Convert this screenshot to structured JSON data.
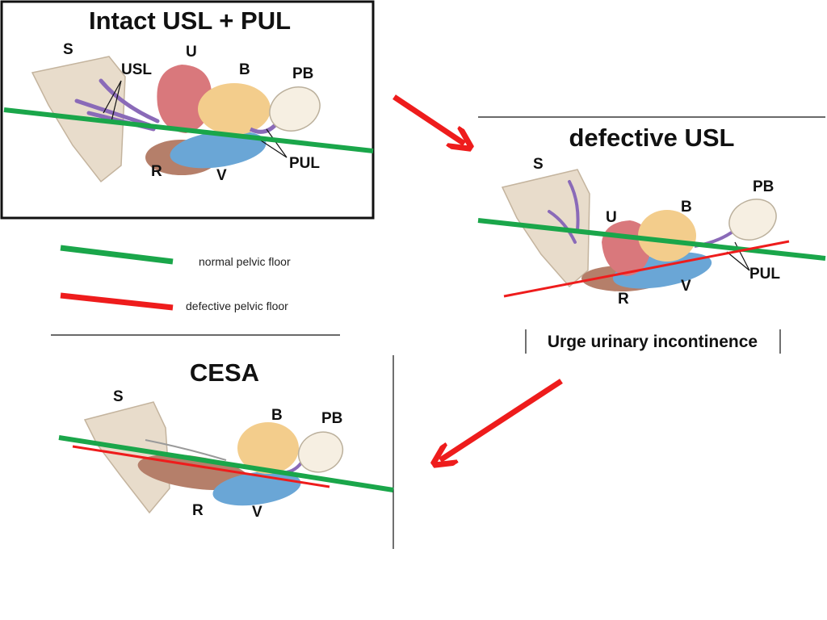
{
  "panels": {
    "intact": {
      "title": "Intact USL + PUL",
      "labels": {
        "s": "S",
        "u": "U",
        "b": "B",
        "pb": "PB",
        "usl": "USL",
        "pul": "PUL",
        "r": "R",
        "v": "V"
      }
    },
    "defective": {
      "title": "defective USL",
      "labels": {
        "s": "S",
        "u": "U",
        "b": "B",
        "pb": "PB",
        "pul": "PUL",
        "r": "R",
        "v": "V"
      },
      "caption": "Urge urinary incontinence"
    },
    "cesa": {
      "title": "CESA",
      "labels": {
        "s": "S",
        "b": "B",
        "pb": "PB",
        "r": "R",
        "v": "V"
      }
    }
  },
  "legend": {
    "normal": {
      "text": "normal pelvic floor",
      "color": "#1aa64a"
    },
    "defective": {
      "text": "defective pelvic floor",
      "color": "#ee1c1c"
    }
  },
  "colors": {
    "sacrum": "#e8dccb",
    "uterus": "#d9787c",
    "bladder": "#f3cd8c",
    "pubic_bone": "#f6efe2",
    "rectum": "#b57f6a",
    "vagina": "#6aa6d6",
    "ligament": "#8a6ab8",
    "arrow": "#ee1c1c"
  }
}
